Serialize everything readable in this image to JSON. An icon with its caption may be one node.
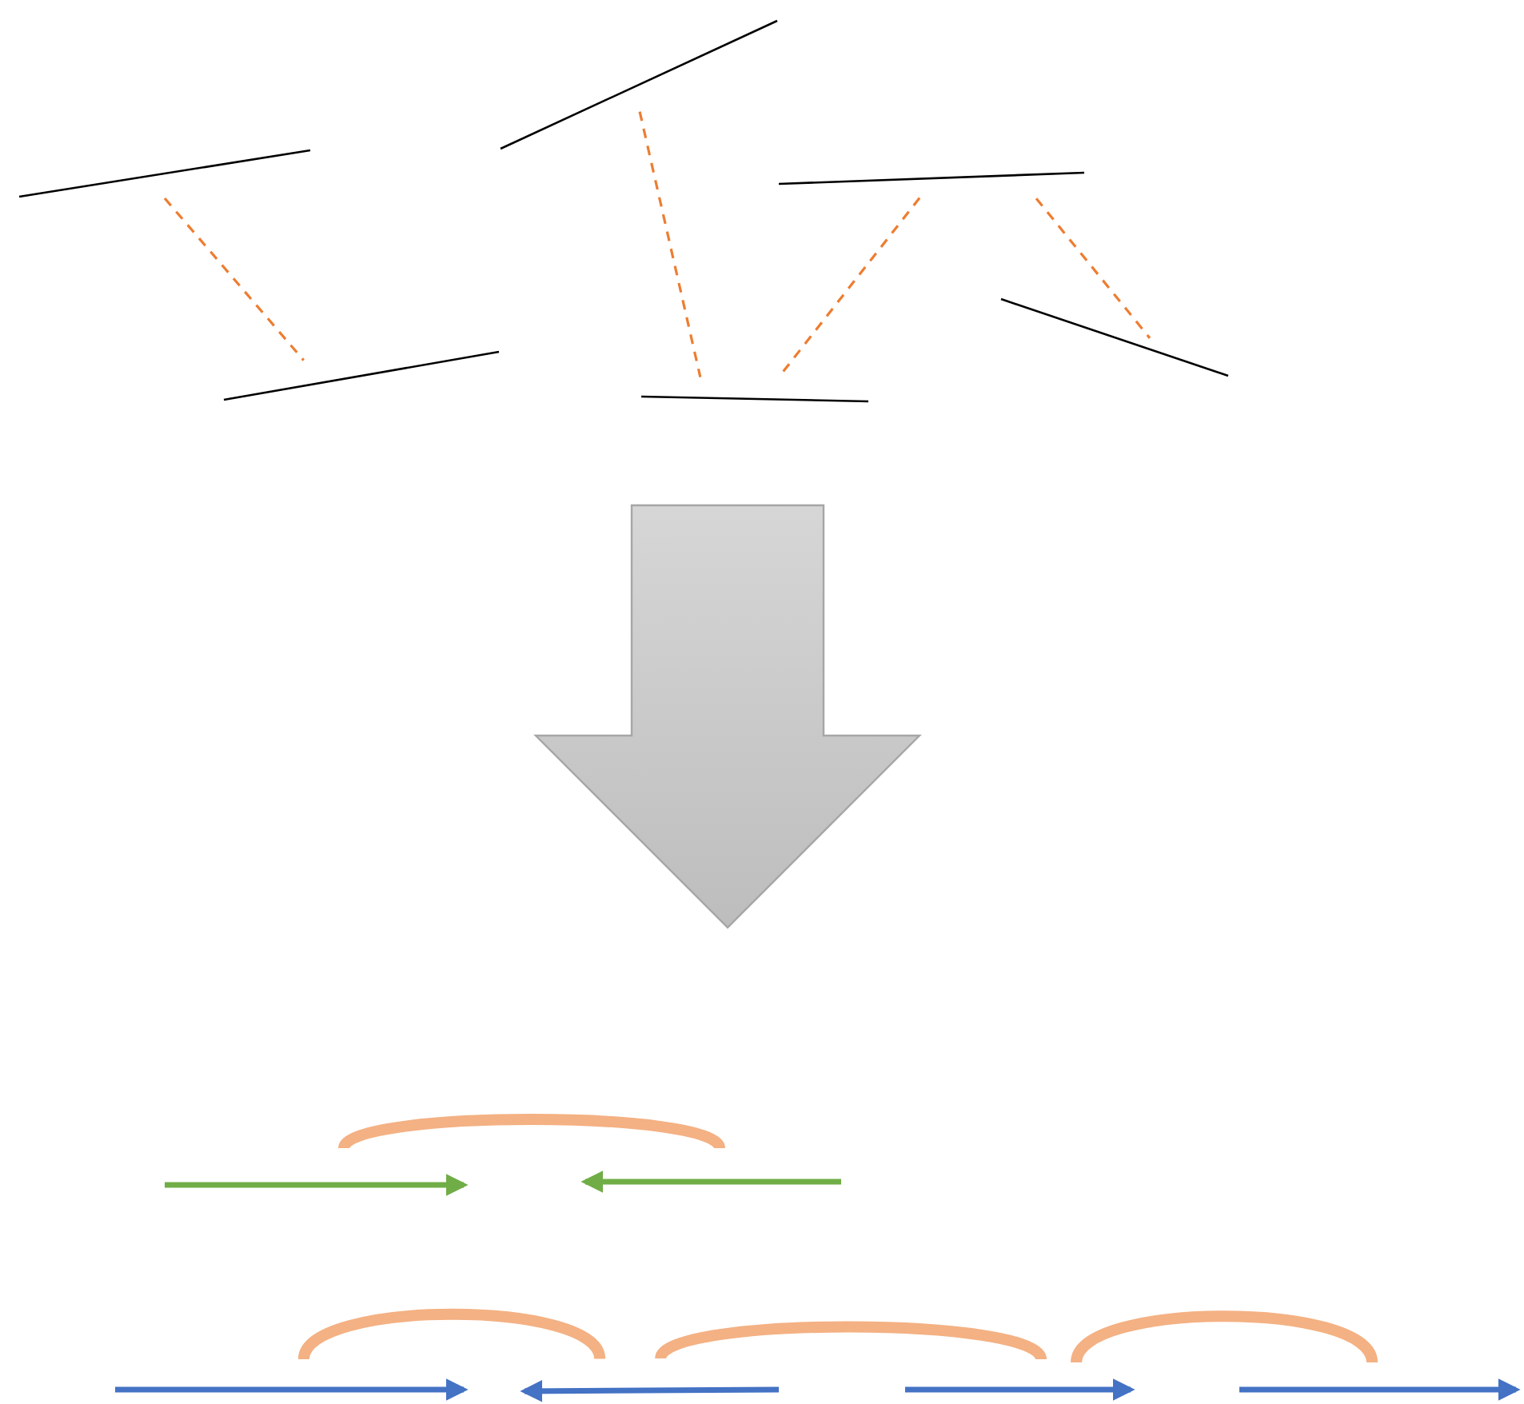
{
  "diagram": {
    "nodes": [
      {
        "text": [],
        "shape": "line"
      },
      {
        "text": [],
        "shape": "line"
      },
      {
        "text": [],
        "shape": "line"
      },
      {
        "text": [],
        "shape": "line"
      },
      {
        "text": [],
        "shape": "line"
      },
      {
        "text": [],
        "shape": "line"
      },
      {
        "text": [],
        "shape": "arrow"
      },
      {
        "text": [],
        "shape": "arrow"
      },
      {
        "text": [],
        "shape": "arrow"
      },
      {
        "text": [],
        "shape": "arrow"
      },
      {
        "text": [],
        "shape": "arrow"
      },
      {
        "text": [],
        "shape": "arrow"
      }
    ],
    "edges": [
      {
        "from": 0,
        "to": 3,
        "arrow": "none",
        "style": "dashed",
        "color": "#ed7d31"
      },
      {
        "from": 1,
        "to": 4,
        "arrow": "none",
        "style": "dashed",
        "color": "#ed7d31"
      },
      {
        "from": 2,
        "to": 4,
        "arrow": "none",
        "style": "dashed",
        "color": "#ed7d31"
      },
      {
        "from": 2,
        "to": 5,
        "arrow": "none",
        "style": "dashed",
        "color": "#ed7d31"
      },
      {
        "from": 6,
        "to": 7,
        "arrow": "none",
        "style": "thick",
        "color": "#f4b183"
      },
      {
        "from": 8,
        "to": 9,
        "arrow": "none",
        "style": "thick",
        "color": "#f4b183"
      },
      {
        "from": 9,
        "to": 10,
        "arrow": "none",
        "style": "thick",
        "color": "#f4b183"
      },
      {
        "from": 10,
        "to": 11,
        "arrow": "none",
        "style": "thick",
        "color": "#f4b183"
      }
    ]
  }
}
